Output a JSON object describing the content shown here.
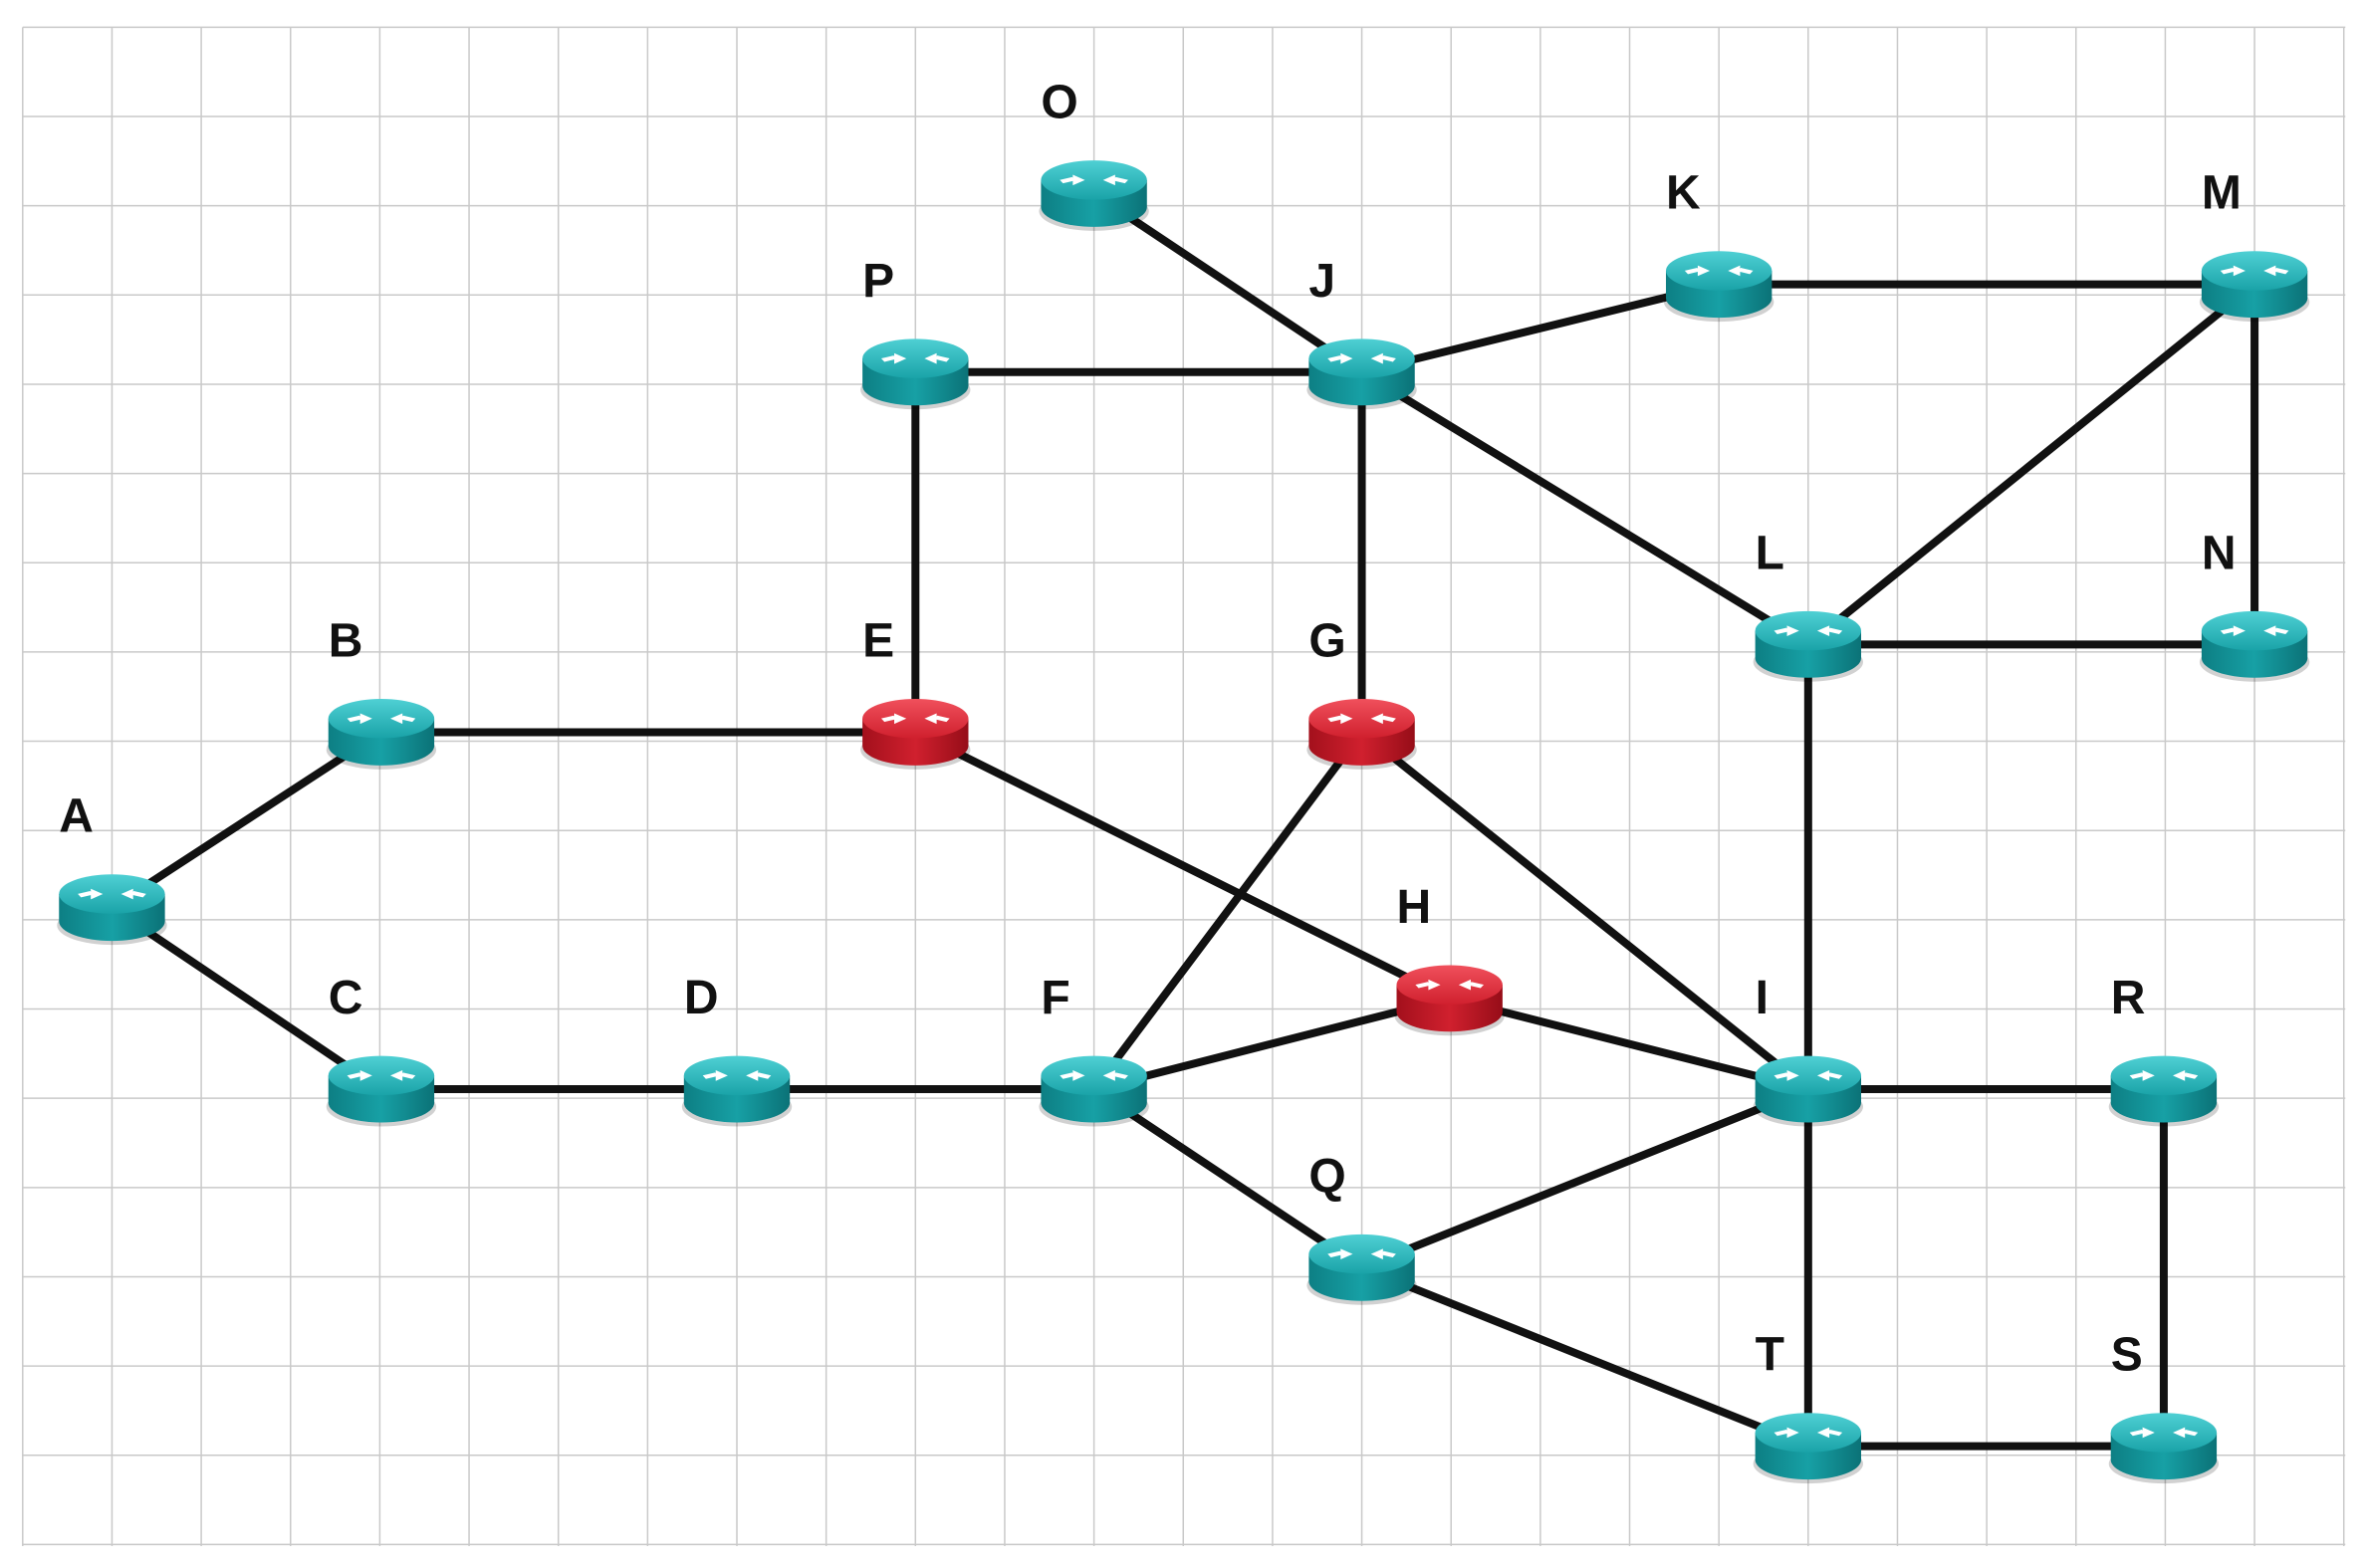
{
  "colors": {
    "normal_router": "#1aa3a8",
    "highlighted_router": "#d0202e",
    "link": "#111111",
    "grid": "#c9c9c9"
  },
  "nodes": [
    {
      "id": "A",
      "label": "A",
      "icon": "router-icon",
      "highlighted": false
    },
    {
      "id": "B",
      "label": "B",
      "icon": "router-icon",
      "highlighted": false
    },
    {
      "id": "C",
      "label": "C",
      "icon": "router-icon",
      "highlighted": false
    },
    {
      "id": "D",
      "label": "D",
      "icon": "router-icon",
      "highlighted": false
    },
    {
      "id": "E",
      "label": "E",
      "icon": "router-icon",
      "highlighted": true
    },
    {
      "id": "F",
      "label": "F",
      "icon": "router-icon",
      "highlighted": false
    },
    {
      "id": "G",
      "label": "G",
      "icon": "router-icon",
      "highlighted": true
    },
    {
      "id": "H",
      "label": "H",
      "icon": "router-icon",
      "highlighted": true
    },
    {
      "id": "I",
      "label": "I",
      "icon": "router-icon",
      "highlighted": false
    },
    {
      "id": "J",
      "label": "J",
      "icon": "router-icon",
      "highlighted": false
    },
    {
      "id": "K",
      "label": "K",
      "icon": "router-icon",
      "highlighted": false
    },
    {
      "id": "L",
      "label": "L",
      "icon": "router-icon",
      "highlighted": false
    },
    {
      "id": "M",
      "label": "M",
      "icon": "router-icon",
      "highlighted": false
    },
    {
      "id": "N",
      "label": "N",
      "icon": "router-icon",
      "highlighted": false
    },
    {
      "id": "O",
      "label": "O",
      "icon": "router-icon",
      "highlighted": false
    },
    {
      "id": "P",
      "label": "P",
      "icon": "router-icon",
      "highlighted": false
    },
    {
      "id": "Q",
      "label": "Q",
      "icon": "router-icon",
      "highlighted": false
    },
    {
      "id": "R",
      "label": "R",
      "icon": "router-icon",
      "highlighted": false
    },
    {
      "id": "S",
      "label": "S",
      "icon": "router-icon",
      "highlighted": false
    },
    {
      "id": "T",
      "label": "T",
      "icon": "router-icon",
      "highlighted": false
    }
  ],
  "links": [
    [
      "A",
      "B"
    ],
    [
      "A",
      "C"
    ],
    [
      "B",
      "E"
    ],
    [
      "C",
      "D"
    ],
    [
      "D",
      "F"
    ],
    [
      "E",
      "P"
    ],
    [
      "E",
      "H"
    ],
    [
      "P",
      "J"
    ],
    [
      "O",
      "J"
    ],
    [
      "J",
      "K"
    ],
    [
      "J",
      "G"
    ],
    [
      "J",
      "L"
    ],
    [
      "K",
      "M"
    ],
    [
      "M",
      "L"
    ],
    [
      "M",
      "N"
    ],
    [
      "L",
      "N"
    ],
    [
      "L",
      "I"
    ],
    [
      "G",
      "F"
    ],
    [
      "G",
      "I"
    ],
    [
      "F",
      "H"
    ],
    [
      "H",
      "I"
    ],
    [
      "F",
      "Q"
    ],
    [
      "I",
      "Q"
    ],
    [
      "I",
      "R"
    ],
    [
      "I",
      "T"
    ],
    [
      "Q",
      "T"
    ],
    [
      "R",
      "S"
    ],
    [
      "T",
      "S"
    ]
  ]
}
